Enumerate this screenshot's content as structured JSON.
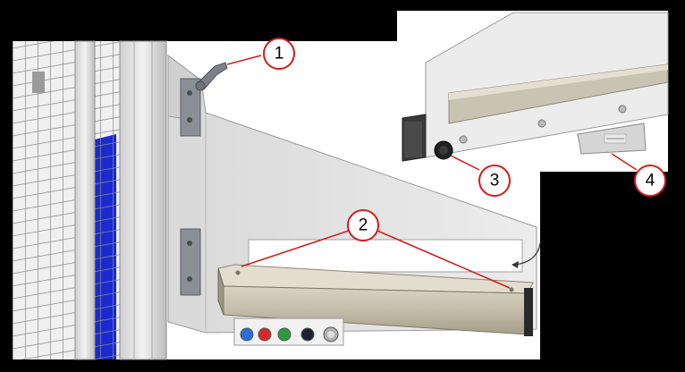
{
  "callouts": [
    {
      "id": "1",
      "label": "1"
    },
    {
      "id": "2",
      "label": "2"
    },
    {
      "id": "3",
      "label": "3"
    },
    {
      "id": "4",
      "label": "4"
    }
  ],
  "colors": {
    "background": "#000000",
    "callout_line": "#d21c1c",
    "callout_ring": "#d21c1c",
    "panel": "#e6e6e6",
    "housing": "#c9c3b1",
    "blue_panel": "#1a2ad0"
  },
  "control_box": {
    "buttons": [
      {
        "color": "#2a6fd6"
      },
      {
        "color": "#d62a2a"
      },
      {
        "color": "#2b9a3b"
      },
      {
        "color": "#1c2230"
      }
    ]
  }
}
